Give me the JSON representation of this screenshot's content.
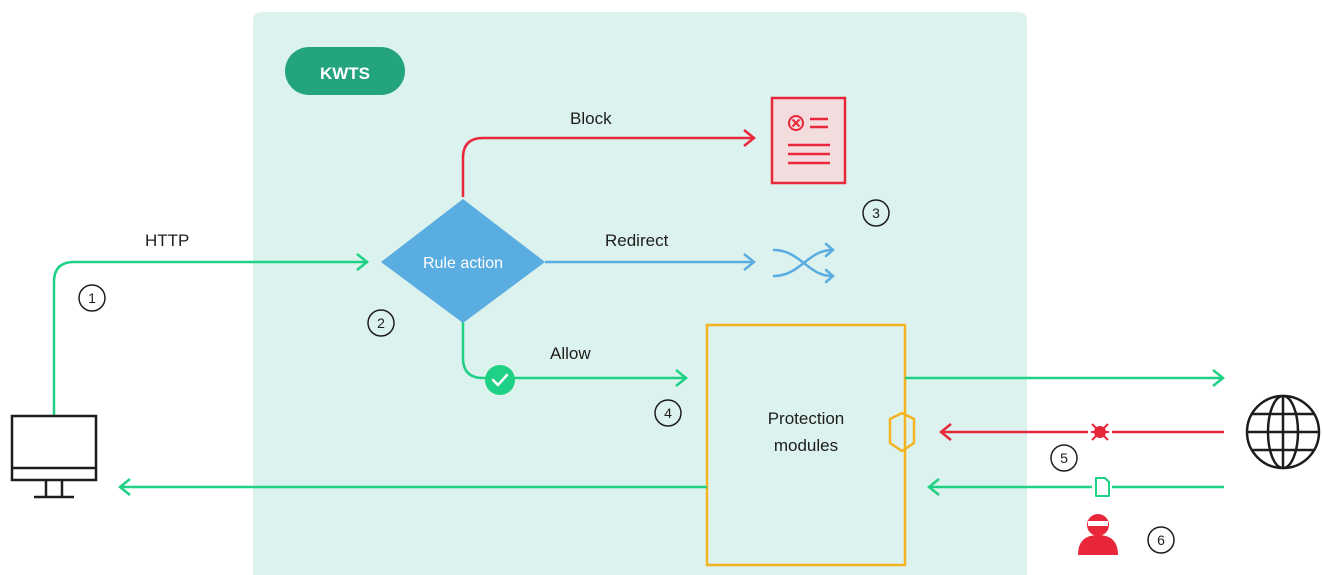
{
  "badge": "KWTS",
  "decision": "Rule action",
  "module": [
    "Protection",
    "modules"
  ],
  "labels": {
    "http": "HTTP",
    "block": "Block",
    "redirect": "Redirect",
    "allow": "Allow"
  },
  "steps": [
    "1",
    "2",
    "3",
    "4",
    "5",
    "6"
  ],
  "colors": {
    "panel": "#dcf2ee",
    "badge": "#23a47d",
    "green": "#1fd184",
    "red": "#e8283a",
    "blue": "#5aade1",
    "diamond": "#5aade1",
    "orange": "#f5b323"
  },
  "icons": [
    "computer-icon",
    "blocked-page-icon",
    "redirect-icon",
    "check-icon",
    "shield-icon",
    "bug-icon",
    "file-icon",
    "hacker-icon",
    "globe-icon"
  ]
}
